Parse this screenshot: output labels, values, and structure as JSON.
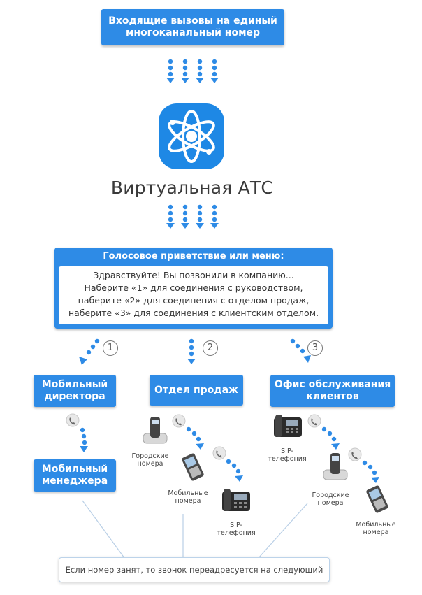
{
  "incoming": "Входящие вызовы на единый\nмногоканальный номер",
  "brand": "Виртуальная АТС",
  "menu": {
    "title": "Голосовое приветствие или меню:",
    "text": "Здравствуйте! Вы позвонили в компанию...\nНаберите «1» для соединения с руководством,\nнаберите «2» для соединения с отделом продаж,\nнаберите «3» для соединения с клиентским отделом."
  },
  "branches": [
    {
      "num": "1",
      "label": "Мобильный\nдиректора"
    },
    {
      "num": "2",
      "label": "Отдел продаж"
    },
    {
      "num": "3",
      "label": "Офис обслуживания\nклиентов"
    }
  ],
  "mobile_manager": "Мобильный\nменеджера",
  "labels": {
    "city_numbers": "Городские\nномера",
    "mobile_numbers": "Мобильные\nномера",
    "sip": "SIP-\nтелефония"
  },
  "note": "Если номер занят, то звонок переадресуется на следующий",
  "colors": {
    "accent": "#2e8be6",
    "dark_blue": "#1a5fa8",
    "logo": "#1e88e5"
  }
}
